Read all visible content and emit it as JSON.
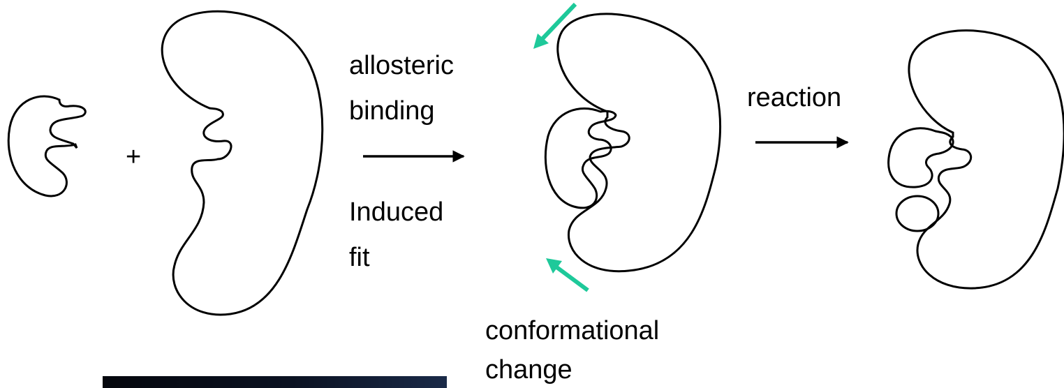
{
  "labels": {
    "plus": "+",
    "allosteric_line1": "allosteric",
    "allosteric_line2": "binding",
    "induced_line1": "Induced",
    "induced_line2": "fit",
    "reaction": "reaction",
    "conformational_line1": "conformational",
    "conformational_line2": "change"
  },
  "colors": {
    "outline": "#000000",
    "highlight_arrow": "#1ec99a",
    "background": "#ffffff"
  }
}
